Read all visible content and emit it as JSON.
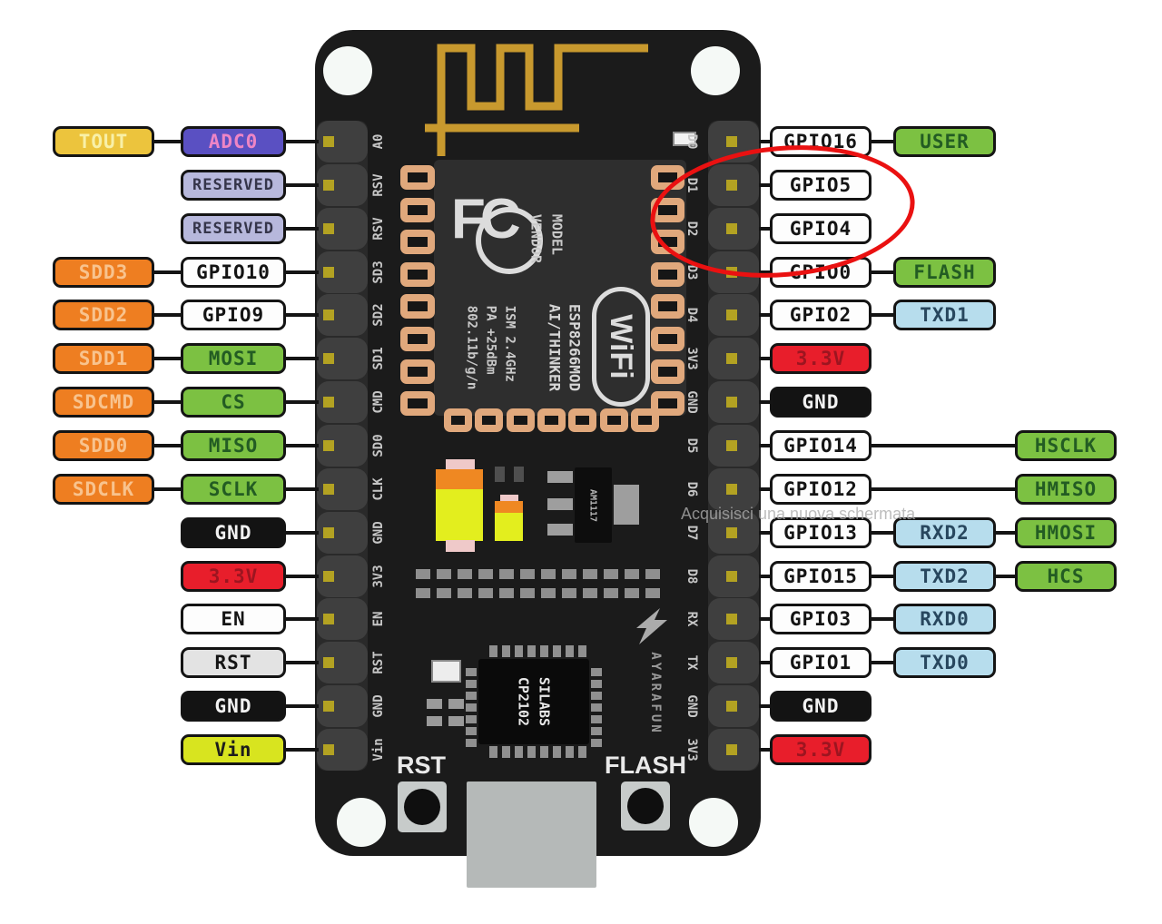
{
  "watermark": "Acquisisci una nuova schermata",
  "annotation_ellipse": {
    "color": "#ea1111",
    "around": "GPIO5 GPIO4"
  },
  "board": {
    "module": {
      "fcc": "FC",
      "model_vendor": "MODEL\nVENDOR",
      "part_maker": "ESP8266MOD\nAI/THINKER",
      "specs": "ISM 2.4GHz\nPA +25dBm\n802.11b/g/n",
      "wifi": "WiFi"
    },
    "usb_bridge": "SILABS\nCP2102",
    "regulator": "AM1117",
    "vendor": "AYARAFUN",
    "rst_button": "RST",
    "flash_button": "FLASH",
    "left_pins": [
      "A0",
      "RSV",
      "RSV",
      "SD3",
      "SD2",
      "SD1",
      "CMD",
      "SD0",
      "CLK",
      "GND",
      "3V3",
      "EN",
      "RST",
      "GND",
      "Vin"
    ],
    "right_pins": [
      "D0",
      "D1",
      "D2",
      "D3",
      "D4",
      "3V3",
      "GND",
      "D5",
      "D6",
      "D7",
      "D8",
      "RX",
      "TX",
      "GND",
      "3V3"
    ]
  },
  "styles": {
    "gold": {
      "bg": "#ecc43d",
      "fg": "#f8f0a8"
    },
    "purple": {
      "bg": "#5a50c2",
      "fg": "#ee85c5"
    },
    "lavender": {
      "bg": "#b7b8dc",
      "fg": "#35354a"
    },
    "orange": {
      "bg": "#ee7e21",
      "fg": "#f8c38e"
    },
    "white": {
      "bg": "#fdfdfd",
      "fg": "#141414"
    },
    "green": {
      "bg": "#7cc142",
      "fg": "#235c23"
    },
    "blue": {
      "bg": "#b7dded",
      "fg": "#28475e"
    },
    "red": {
      "bg": "#e81e2b",
      "fg": "#9c1520"
    },
    "black": {
      "bg": "#131313",
      "fg": "#f2f2f2"
    },
    "lightgray": {
      "bg": "#e3e3e3",
      "fg": "#141414"
    },
    "yellowgreen": {
      "bg": "#d8e41f",
      "fg": "#1c1c1c"
    }
  },
  "left_rows": [
    {
      "c1": {
        "label": "TOUT",
        "style": "gold"
      },
      "c2": {
        "label": "ADC0",
        "style": "purple"
      }
    },
    {
      "c2": {
        "label": "RESERVED",
        "style": "lavender"
      }
    },
    {
      "c2": {
        "label": "RESERVED",
        "style": "lavender"
      }
    },
    {
      "c1": {
        "label": "SDD3",
        "style": "orange"
      },
      "c2": {
        "label": "GPIO10",
        "style": "white"
      }
    },
    {
      "c1": {
        "label": "SDD2",
        "style": "orange"
      },
      "c2": {
        "label": "GPIO9",
        "style": "white"
      }
    },
    {
      "c1": {
        "label": "SDD1",
        "style": "orange"
      },
      "c2": {
        "label": "MOSI",
        "style": "green"
      }
    },
    {
      "c1": {
        "label": "SDCMD",
        "style": "orange"
      },
      "c2": {
        "label": "CS",
        "style": "green"
      }
    },
    {
      "c1": {
        "label": "SDD0",
        "style": "orange"
      },
      "c2": {
        "label": "MISO",
        "style": "green"
      }
    },
    {
      "c1": {
        "label": "SDCLK",
        "style": "orange"
      },
      "c2": {
        "label": "SCLK",
        "style": "green"
      }
    },
    {
      "c2": {
        "label": "GND",
        "style": "black"
      }
    },
    {
      "c2": {
        "label": "3.3V",
        "style": "red"
      }
    },
    {
      "c2": {
        "label": "EN",
        "style": "white"
      }
    },
    {
      "c2": {
        "label": "RST",
        "style": "lightgray"
      }
    },
    {
      "c2": {
        "label": "GND",
        "style": "black"
      }
    },
    {
      "c2": {
        "label": "Vin",
        "style": "yellowgreen"
      }
    }
  ],
  "right_rows": [
    {
      "c1": {
        "label": "GPIO16",
        "style": "white"
      },
      "c2": {
        "label": "USER",
        "style": "green"
      }
    },
    {
      "c1": {
        "label": "GPIO5",
        "style": "white"
      }
    },
    {
      "c1": {
        "label": "GPIO4",
        "style": "white"
      }
    },
    {
      "c1": {
        "label": "GPIO0",
        "style": "white"
      },
      "c2": {
        "label": "FLASH",
        "style": "green"
      }
    },
    {
      "c1": {
        "label": "GPIO2",
        "style": "white"
      },
      "c2": {
        "label": "TXD1",
        "style": "blue"
      }
    },
    {
      "c1": {
        "label": "3.3V",
        "style": "red"
      }
    },
    {
      "c1": {
        "label": "GND",
        "style": "black"
      }
    },
    {
      "c1": {
        "label": "GPIO14",
        "style": "white"
      },
      "c3": {
        "label": "HSCLK",
        "style": "green"
      }
    },
    {
      "c1": {
        "label": "GPIO12",
        "style": "white"
      },
      "c3": {
        "label": "HMISO",
        "style": "green"
      }
    },
    {
      "c1": {
        "label": "GPIO13",
        "style": "white"
      },
      "c2": {
        "label": "RXD2",
        "style": "blue"
      },
      "c3": {
        "label": "HMOSI",
        "style": "green"
      }
    },
    {
      "c1": {
        "label": "GPIO15",
        "style": "white"
      },
      "c2": {
        "label": "TXD2",
        "style": "blue"
      },
      "c3": {
        "label": "HCS",
        "style": "green"
      }
    },
    {
      "c1": {
        "label": "GPIO3",
        "style": "white"
      },
      "c2": {
        "label": "RXD0",
        "style": "blue"
      }
    },
    {
      "c1": {
        "label": "GPIO1",
        "style": "white"
      },
      "c2": {
        "label": "TXD0",
        "style": "blue"
      }
    },
    {
      "c1": {
        "label": "GND",
        "style": "black"
      }
    },
    {
      "c1": {
        "label": "3.3V",
        "style": "red"
      }
    }
  ]
}
